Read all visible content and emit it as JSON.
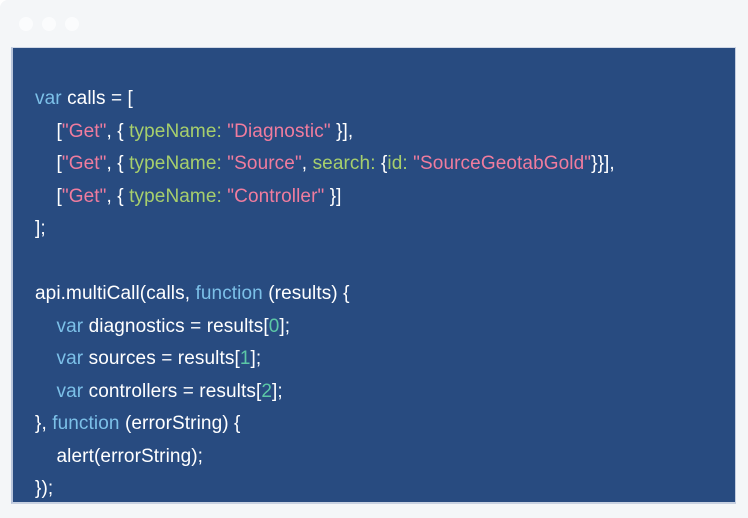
{
  "window": {
    "name": "code-snippet-window",
    "background_color": "#f4f6f8",
    "traffic_lights": [
      {
        "name": "close",
        "color": "#fbfcfd"
      },
      {
        "name": "minimize",
        "color": "#fbfcfd"
      },
      {
        "name": "maximize",
        "color": "#fbfcfd"
      }
    ]
  },
  "code_block": {
    "name": "javascript-code-block",
    "language": "javascript",
    "background_color": "#284b80",
    "colors": {
      "keyword": "#7cc0e8",
      "string": "#f07c9e",
      "property": "#a7cf6c",
      "number": "#5cc8a6",
      "plain": "#ffffff"
    },
    "lines": [
      {
        "index": 1,
        "text": "var calls = [",
        "tokens": [
          {
            "text": "var",
            "type": "keyword"
          },
          {
            "text": " calls = [",
            "type": "plain"
          }
        ]
      },
      {
        "index": 2,
        "text": "    [\"Get\", { typeName: \"Diagnostic\" }],",
        "tokens": [
          {
            "text": "    [",
            "type": "plain"
          },
          {
            "text": "\"Get\"",
            "type": "string"
          },
          {
            "text": ", { ",
            "type": "plain"
          },
          {
            "text": "typeName:",
            "type": "property"
          },
          {
            "text": " ",
            "type": "plain"
          },
          {
            "text": "\"Diagnostic\"",
            "type": "string"
          },
          {
            "text": " }],",
            "type": "plain"
          }
        ]
      },
      {
        "index": 3,
        "text": "    [\"Get\", { typeName: \"Source\", search: {id: \"SourceGeotabGold\"}}],",
        "tokens": [
          {
            "text": "    [",
            "type": "plain"
          },
          {
            "text": "\"Get\"",
            "type": "string"
          },
          {
            "text": ", { ",
            "type": "plain"
          },
          {
            "text": "typeName:",
            "type": "property"
          },
          {
            "text": " ",
            "type": "plain"
          },
          {
            "text": "\"Source\"",
            "type": "string"
          },
          {
            "text": ", ",
            "type": "plain"
          },
          {
            "text": "search:",
            "type": "property"
          },
          {
            "text": " {",
            "type": "plain"
          },
          {
            "text": "id:",
            "type": "property"
          },
          {
            "text": " ",
            "type": "plain"
          },
          {
            "text": "\"SourceGeotabGold\"",
            "type": "string"
          },
          {
            "text": "}}],",
            "type": "plain"
          }
        ]
      },
      {
        "index": 4,
        "text": "    [\"Get\", { typeName: \"Controller\" }]",
        "tokens": [
          {
            "text": "    [",
            "type": "plain"
          },
          {
            "text": "\"Get\"",
            "type": "string"
          },
          {
            "text": ", { ",
            "type": "plain"
          },
          {
            "text": "typeName:",
            "type": "property"
          },
          {
            "text": " ",
            "type": "plain"
          },
          {
            "text": "\"Controller\"",
            "type": "string"
          },
          {
            "text": " }]",
            "type": "plain"
          }
        ]
      },
      {
        "index": 5,
        "text": "];",
        "tokens": [
          {
            "text": "];",
            "type": "plain"
          }
        ]
      },
      {
        "index": 6,
        "text": "",
        "tokens": []
      },
      {
        "index": 7,
        "text": "api.multiCall(calls, function (results) {",
        "tokens": [
          {
            "text": "api.multiCall(calls, ",
            "type": "plain"
          },
          {
            "text": "function",
            "type": "keyword"
          },
          {
            "text": " (results) {",
            "type": "plain"
          }
        ]
      },
      {
        "index": 8,
        "text": "    var diagnostics = results[0];",
        "tokens": [
          {
            "text": "    ",
            "type": "plain"
          },
          {
            "text": "var",
            "type": "keyword"
          },
          {
            "text": " diagnostics = results[",
            "type": "plain"
          },
          {
            "text": "0",
            "type": "number"
          },
          {
            "text": "];",
            "type": "plain"
          }
        ]
      },
      {
        "index": 9,
        "text": "    var sources = results[1];",
        "tokens": [
          {
            "text": "    ",
            "type": "plain"
          },
          {
            "text": "var",
            "type": "keyword"
          },
          {
            "text": " sources = results[",
            "type": "plain"
          },
          {
            "text": "1",
            "type": "number"
          },
          {
            "text": "];",
            "type": "plain"
          }
        ]
      },
      {
        "index": 10,
        "text": "    var controllers = results[2];",
        "tokens": [
          {
            "text": "    ",
            "type": "plain"
          },
          {
            "text": "var",
            "type": "keyword"
          },
          {
            "text": " controllers = results[",
            "type": "plain"
          },
          {
            "text": "2",
            "type": "number"
          },
          {
            "text": "];",
            "type": "plain"
          }
        ]
      },
      {
        "index": 11,
        "text": "}, function (errorString) {",
        "tokens": [
          {
            "text": "}, ",
            "type": "plain"
          },
          {
            "text": "function",
            "type": "keyword"
          },
          {
            "text": " (errorString) {",
            "type": "plain"
          }
        ]
      },
      {
        "index": 12,
        "text": "    alert(errorString);",
        "tokens": [
          {
            "text": "    alert(errorString);",
            "type": "plain"
          }
        ]
      },
      {
        "index": 13,
        "text": "});",
        "tokens": [
          {
            "text": "});",
            "type": "plain"
          }
        ]
      }
    ]
  }
}
